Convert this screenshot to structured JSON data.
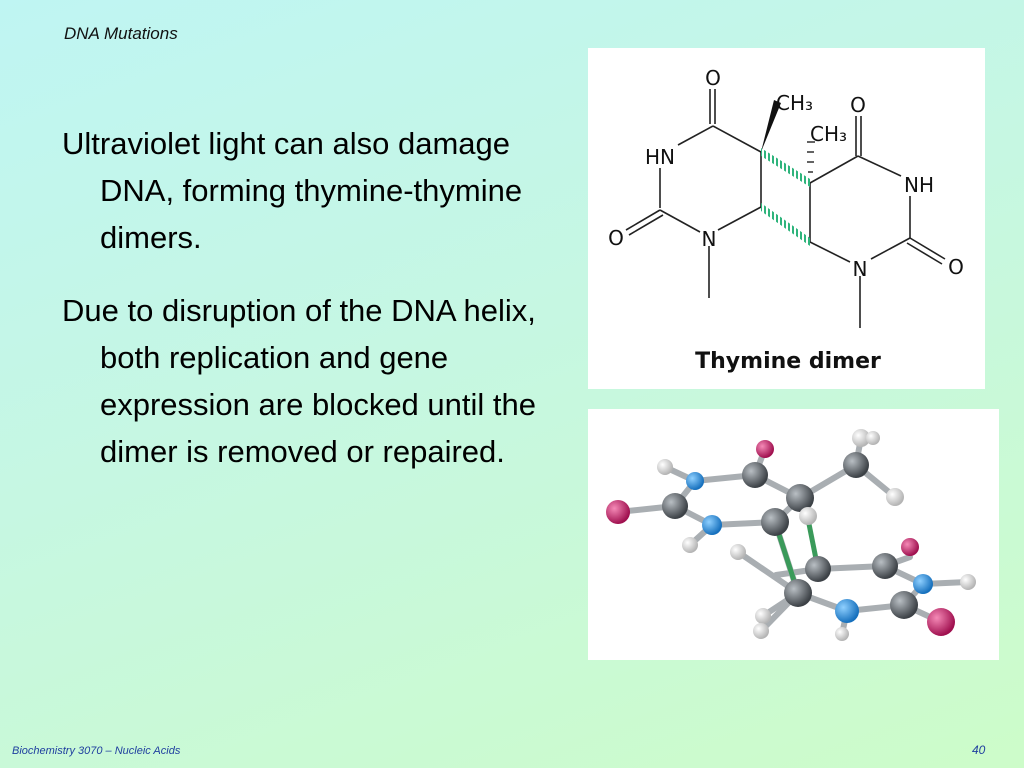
{
  "slide": {
    "title": "DNA Mutations",
    "bullets": [
      "Ultraviolet light can also damage DNA, forming thymine-thymine dimers.",
      "Due to disruption of the DNA helix, both replication and gene expression are blocked until the dimer is removed or repaired."
    ]
  },
  "figure_structure": {
    "caption": "Thymine dimer",
    "atoms": {
      "o_top_left": "O",
      "ch3_left": "CH₃",
      "o_top_right": "O",
      "ch3_right": "CH₃",
      "hn_left": "HN",
      "nh_right": "NH",
      "o_bottom_left": "O",
      "n_left": "N",
      "n_right": "N",
      "o_bottom_right": "O"
    },
    "bond_color": "#2fb47c"
  },
  "figure_model": {
    "atom_colors": {
      "carbon": "#5a6065",
      "nitrogen": "#2a8fe0",
      "oxygen": "#d3246e",
      "hydrogen": "#f2f2f2",
      "new_bond": "#3a9a5a"
    }
  },
  "footer": {
    "course": "Biochemistry 3070 – Nucleic Acids",
    "page": "40"
  }
}
